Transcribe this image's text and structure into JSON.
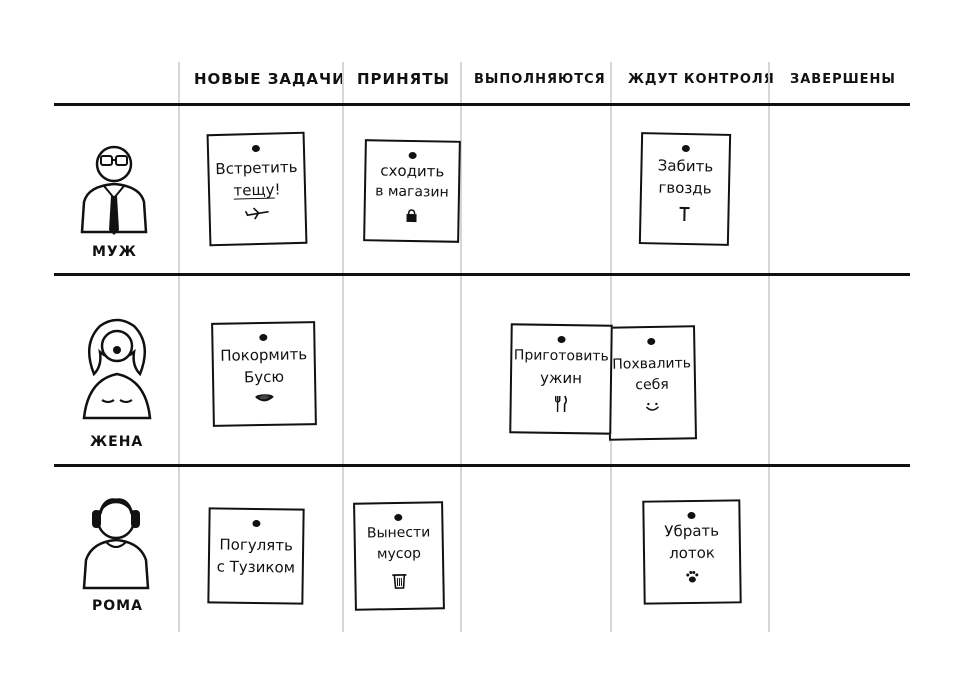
{
  "columns": [
    "новые задачи",
    "приняты",
    "выполняются",
    "ждут контроля",
    "завершены"
  ],
  "people": [
    {
      "name": "муж",
      "avatar": "man-with-glasses-and-tie-icon"
    },
    {
      "name": "жена",
      "avatar": "woman-with-long-hair-icon"
    },
    {
      "name": "рома",
      "avatar": "boy-with-headphones-icon"
    }
  ],
  "notes": {
    "muzh_new": {
      "line1": "Встретить",
      "line2": "тещу",
      "excl": "!",
      "icon": "airplane-icon"
    },
    "muzh_accepted": {
      "line1": "сходить",
      "line2": "в магазин",
      "icon": "shopping-bag-icon"
    },
    "muzh_review": {
      "line1": "Забить",
      "line2": "гвоздь",
      "icon": "nail-icon"
    },
    "zhena_new": {
      "line1": "Покормить",
      "line2": "Бусю",
      "icon": "pet-bowl-icon"
    },
    "zhena_progress": {
      "line1": "Приготовить",
      "line2": "ужин",
      "icon": "fork-knife-icon"
    },
    "zhena_review": {
      "line1": "Похвалить",
      "line2": "себя",
      "icon": "smiley-icon"
    },
    "roma_new": {
      "line1": "Погулять",
      "line2": "с Тузиком"
    },
    "roma_accepted": {
      "line1": "Вынести",
      "line2": "мусор",
      "icon": "trash-bin-icon"
    },
    "roma_review": {
      "line1": "Убрать",
      "line2": "лоток",
      "icon": "paw-icon"
    }
  }
}
